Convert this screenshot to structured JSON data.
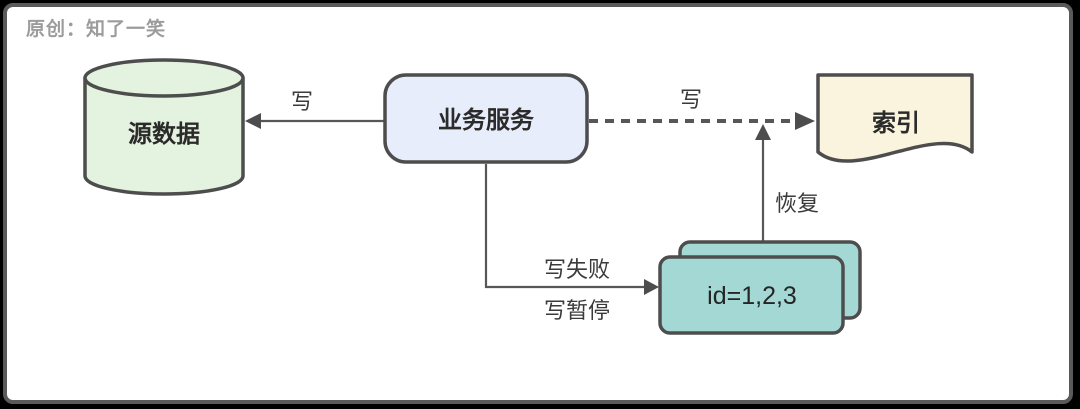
{
  "watermark": "原创：知了一笑",
  "colors": {
    "canvas": "#000000",
    "frame_border": "#5a5a5a",
    "panel": "#ffffff",
    "watermark_text": "#9c9c9c",
    "shape_stroke": "#4d4d4d",
    "line": "#575757",
    "label_text": "#2b2b2b",
    "cylinder_fill": "#e4f3df",
    "service_fill": "#e8edfb",
    "document_fill": "#faf3dd",
    "card_fill": "#a3d8d4"
  },
  "nodes": {
    "source_db": {
      "label": "源数据",
      "shape": "cylinder"
    },
    "service": {
      "label": "业务服务",
      "shape": "rounded-rect"
    },
    "index": {
      "label": "索引",
      "shape": "document"
    },
    "id_cards": {
      "label": "id=1,2,3",
      "shape": "stacked-cards"
    }
  },
  "edges": {
    "service_to_source": {
      "label": "写",
      "style": "solid-arrow-left"
    },
    "service_to_index": {
      "label": "写",
      "style": "dashed-arrow-right"
    },
    "cards_to_index": {
      "label": "恢复",
      "style": "solid-arrow-up"
    },
    "service_to_cards": {
      "labels": [
        "写失败",
        "写暂停"
      ],
      "style": "solid-elbow-arrow"
    }
  }
}
